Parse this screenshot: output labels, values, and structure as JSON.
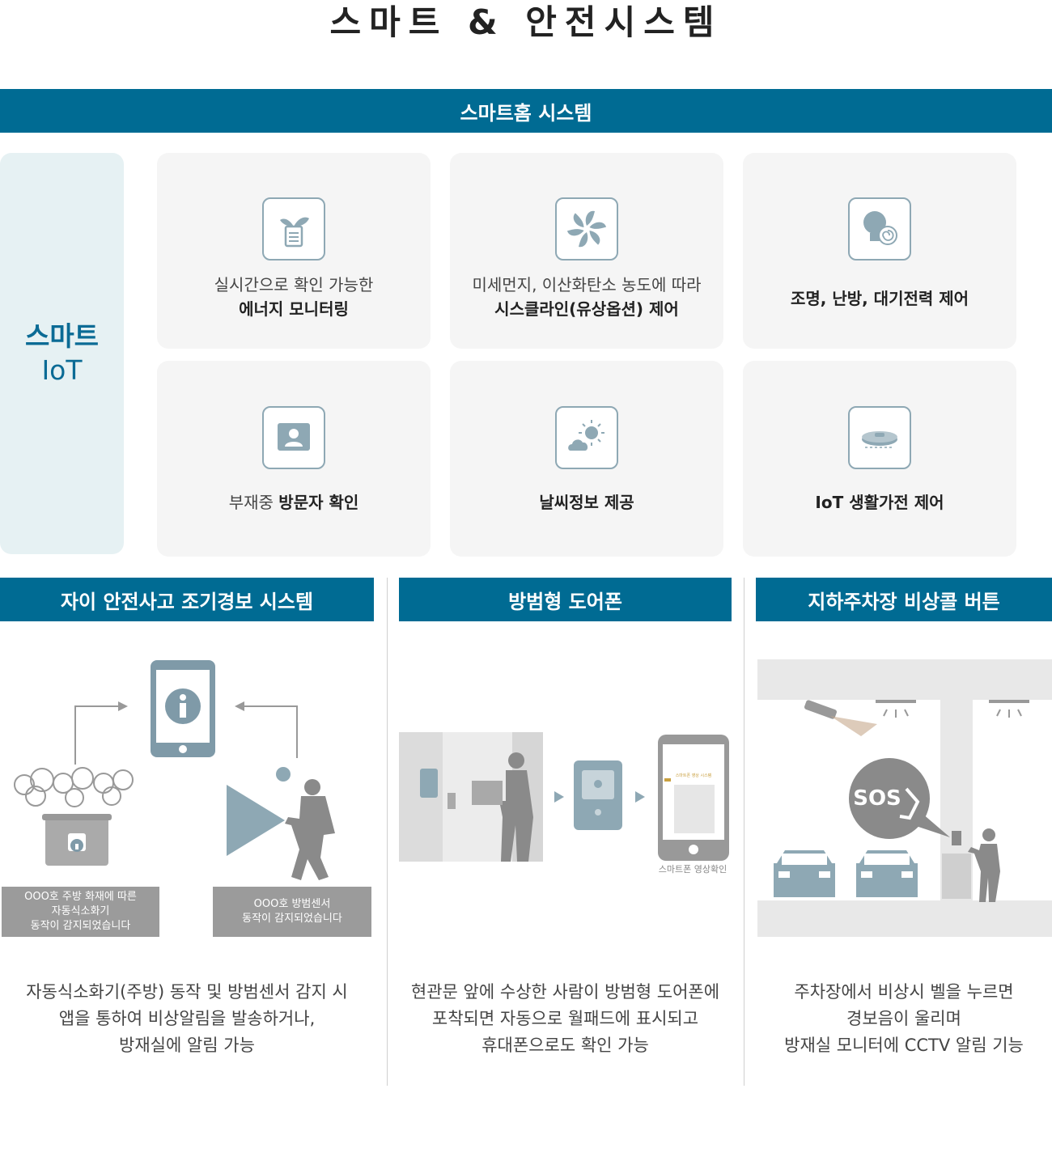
{
  "page_title": "스마트 & 안전시스템",
  "smarthome_bar": "스마트홈 시스템",
  "side_label": [
    "스마트",
    "IoT"
  ],
  "cards": [
    {
      "line1": "실시간으로 확인 가능한",
      "line2": "에너지 모니터링",
      "icon": "energy-leaf-icon"
    },
    {
      "line1": "미세먼지, 이산화탄소 농도에 따라",
      "line2": "시스클라인(유상옵션) 제어",
      "icon": "fan-icon"
    },
    {
      "line1": "",
      "line2": "조명, 난방, 대기전력 제어",
      "icon": "bulb-icon"
    },
    {
      "line1": "부재중 ",
      "line2": "방문자 확인",
      "icon": "visitor-icon"
    },
    {
      "line1": "",
      "line2": "날씨정보 제공",
      "icon": "weather-icon"
    },
    {
      "line1": "",
      "line2": "IoT 생활가전 제어",
      "icon": "robot-vacuum-icon"
    }
  ],
  "sections": [
    {
      "title": "자이 안전사고 조기경보 시스템",
      "desc": [
        "자동식소화기(주방) 동작 및 방범센서 감지 시",
        "앱을 통하여 비상알림을 발송하거나,",
        "방재실에 알림 가능"
      ]
    },
    {
      "title": "방범형 도어폰",
      "desc": [
        "현관문 앞에 수상한 사람이 방범형 도어폰에",
        "포착되면 자동으로 월패드에 표시되고",
        "휴대폰으로도 확인 가능"
      ]
    },
    {
      "title": "지하주차장 비상콜 버튼",
      "desc": [
        "주차장에서 비상시 벨을 누르면",
        "경보음이 울리며",
        "방재실 모니터에 CCTV 알림 기능"
      ]
    }
  ],
  "alert_captions": {
    "kitchen": [
      "OOO호 주방 화재에 따른",
      "자동식소화기",
      "동작이 감지되었습니다"
    ],
    "sensor": [
      "OOO호 방범센서",
      "동작이 감지되었습니다"
    ]
  },
  "phone_caption": "스마트폰 영상확인",
  "phone_screen_title": "스마트폰 영상 시스템",
  "sos_text": "SOS",
  "colors": {
    "accent": "#006b93",
    "icon_gray": "#8ea8b4",
    "card_bg": "#f5f5f5",
    "side_bg": "#e6f1f3"
  }
}
